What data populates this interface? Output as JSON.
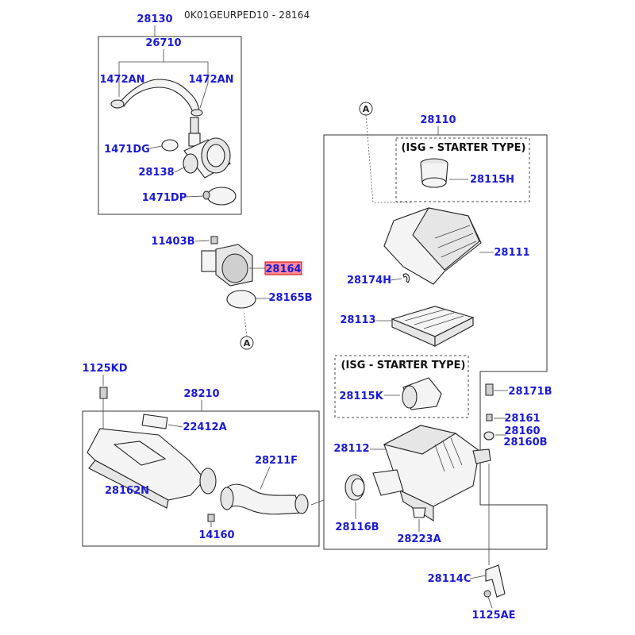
{
  "header": {
    "title": "0K01GEURPED10 - 28164"
  },
  "groups": {
    "top_left_box": "28130",
    "air_cleaner_box": "28110",
    "duct_box": "28210"
  },
  "callouts": {
    "a_top": "A",
    "a_bottom": "A"
  },
  "isg_boxes": {
    "upper_title": "(ISG - STARTER TYPE)",
    "lower_title": "(ISG - STARTER TYPE)"
  },
  "labels": {
    "p26710": "26710",
    "p1472AN_left": "1472AN",
    "p1472AN_right": "1472AN",
    "p1471DG": "1471DG",
    "p28138": "28138",
    "p1471DP": "1471DP",
    "p11403B": "11403B",
    "p28164": "28164",
    "p28165B": "28165B",
    "p28115H": "28115H",
    "p28111": "28111",
    "p28174H": "28174H",
    "p28113": "28113",
    "p28115K": "28115K",
    "p28171B": "28171B",
    "p28161": "28161",
    "p28160": "28160",
    "p28160B": "28160B",
    "p28112": "28112",
    "p28116B": "28116B",
    "p28223A": "28223A",
    "p28114C": "28114C",
    "p1125AE": "1125AE",
    "p1125KD": "1125KD",
    "p22412A": "22412A",
    "p28211F": "28211F",
    "p28162N": "28162N",
    "p14160": "14160"
  },
  "highlight": {
    "part": "28164",
    "color": "#ff8a94"
  }
}
